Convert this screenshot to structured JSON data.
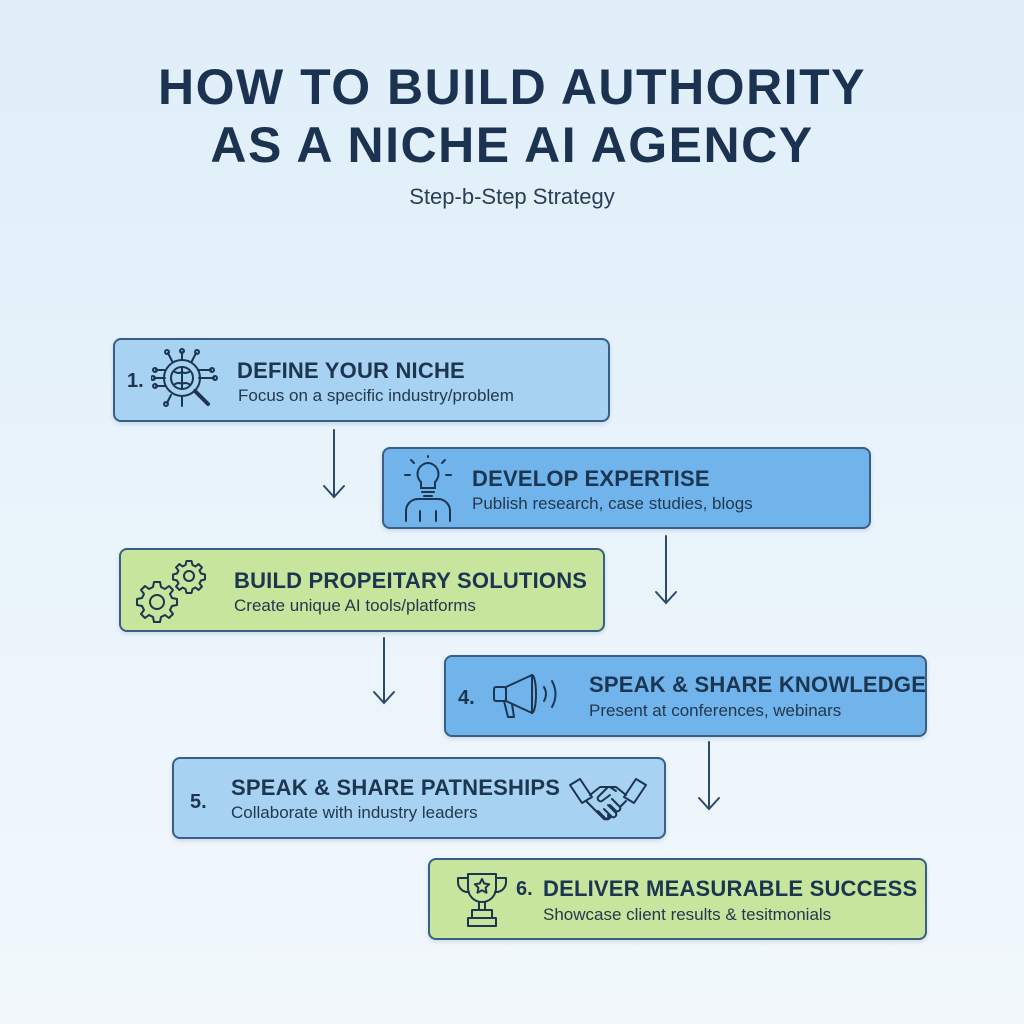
{
  "header": {
    "title_line1": "HOW TO BUILD AUTHORITY",
    "title_line2": "AS A NICHE AI AGENCY",
    "subtitle": "Step-b-Step Strategy"
  },
  "steps": [
    {
      "number": "1.",
      "title": "DEFINE YOUR NICHE",
      "description": "Focus on a specific industry/problem",
      "icon": "brain-magnifier-icon",
      "color": "#a7d2f1"
    },
    {
      "number": "",
      "title": "DEVELOP EXPERTISE",
      "description": "Publish research, case studies, blogs",
      "icon": "lightbulb-person-icon",
      "color": "#70b4eb"
    },
    {
      "number": "",
      "title": "BUILD PROPEITARY SOLUTIONS",
      "description": "Create unique AI tools/platforms",
      "icon": "gears-icon",
      "color": "#c8e59e"
    },
    {
      "number": "4.",
      "title": "SPEAK & SHARE KNOWLEDGE",
      "description": "Present at conferences, webinars",
      "icon": "megaphone-icon",
      "color": "#70b4eb"
    },
    {
      "number": "5.",
      "title": "SPEAK & SHARE PATNESHIPS",
      "description": "Collaborate with industry leaders",
      "icon": "handshake-icon",
      "color": "#a7d2f1"
    },
    {
      "number": "6.",
      "title": "DELIVER MEASURABLE SUCCESS",
      "description": "Showcase client results & tesitmonials",
      "icon": "trophy-icon",
      "color": "#c8e59e"
    }
  ]
}
